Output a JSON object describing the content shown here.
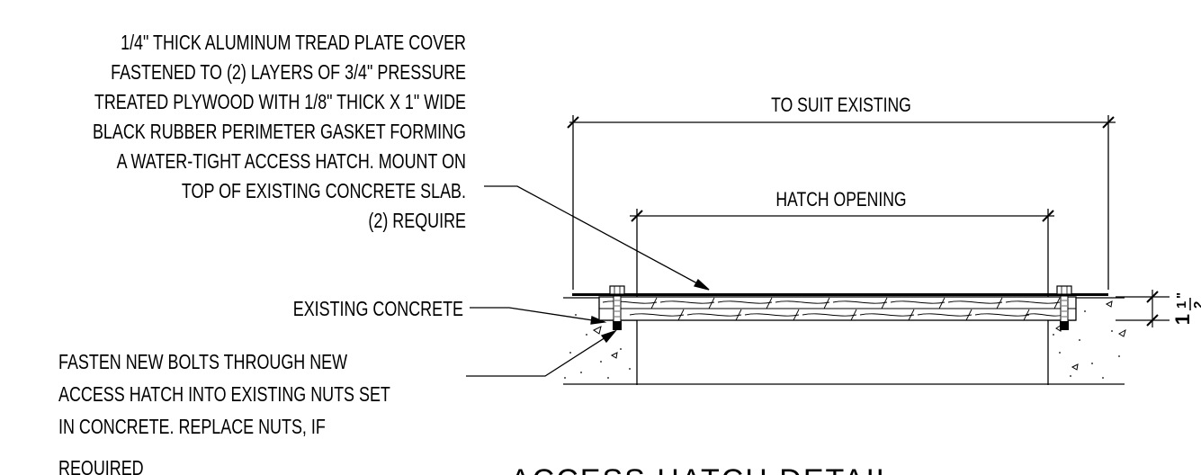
{
  "notes": {
    "cover_lines": [
      "1/4\" THICK  ALUMINUM TREAD PLATE COVER",
      "FASTENED TO (2) LAYERS OF 3/4\" PRESSURE",
      "TREATED PLYWOOD WITH 1/8\" THICK X 1\" WIDE",
      "BLACK RUBBER PERIMETER GASKET FORMING",
      "A WATER-TIGHT ACCESS HATCH.  MOUNT ON",
      "TOP OF EXISTING CONCRETE SLAB.",
      "(2) REQUIRE"
    ],
    "concrete_label": "EXISTING CONCRETE",
    "bolts_lines": [
      "FASTEN NEW BOLTS THROUGH NEW",
      "ACCESS  HATCH INTO EXISTING NUTS SET",
      "IN CONCRETE. REPLACE NUTS, IF",
      "REQUIRED"
    ]
  },
  "dimensions": {
    "overall": "TO SUIT EXISTING",
    "opening": "HATCH OPENING",
    "thickness_whole": "1",
    "thickness_num": "1",
    "thickness_den": "2",
    "thickness_unit": "\""
  },
  "title": "ACCESS HATCH DETAIL"
}
